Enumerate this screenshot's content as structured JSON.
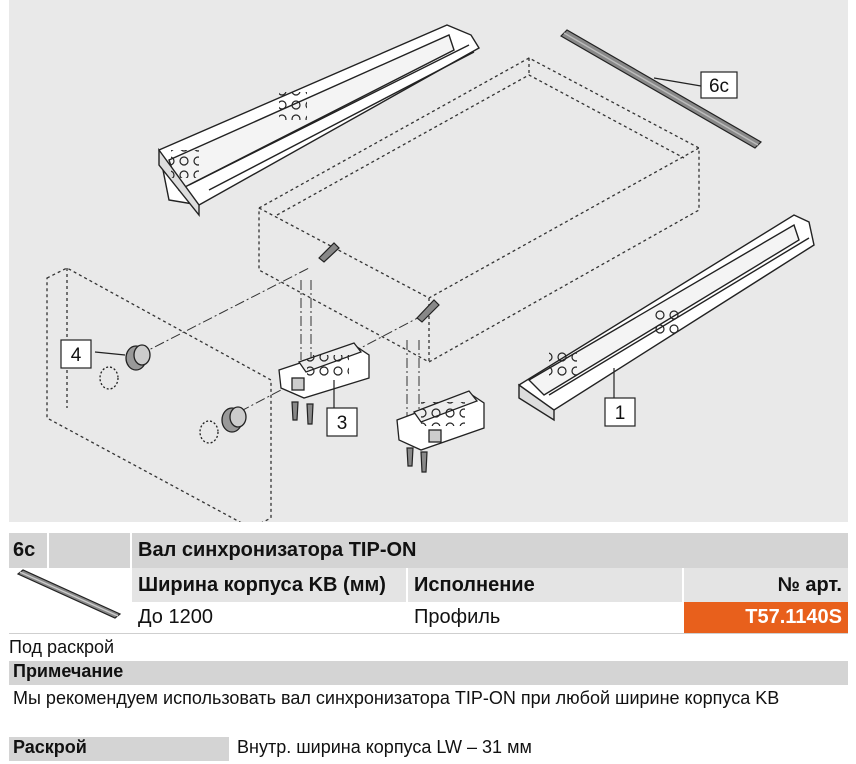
{
  "diagram": {
    "callouts": [
      {
        "id": "callout-6c",
        "label": "6c"
      },
      {
        "id": "callout-4",
        "label": "4"
      },
      {
        "id": "callout-3",
        "label": "3"
      },
      {
        "id": "callout-1",
        "label": "1"
      }
    ]
  },
  "table": {
    "code": "6c",
    "title": "Вал синхронизатора TIP-ON",
    "col_width_header": "Ширина корпуса KB (мм)",
    "col_version_header": "Исполнение",
    "col_article_header": "№ арт.",
    "row_width": "До 1200",
    "row_version": "Профиль",
    "row_article": "T57.1140S",
    "accent_color": "#e8601c"
  },
  "notes": {
    "cut_to_size": "Под раскрой",
    "remark_heading": "Примечание",
    "remark_text": "Мы рекомендуем использовать вал синхронизатора TIP-ON при любой ширине корпуса KB",
    "cut_label": "Раскрой",
    "cut_value": "Внутр. ширина корпуса LW – 31 мм"
  }
}
